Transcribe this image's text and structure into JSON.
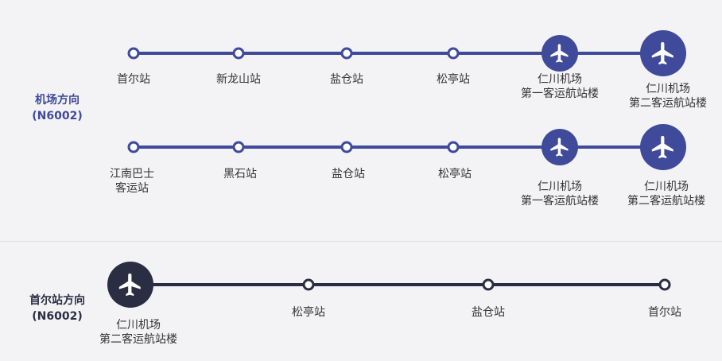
{
  "colors": {
    "incheon_direction_accent": "#3f4a9b",
    "seoul_direction_accent": "#2b2d43",
    "background": "#f3f3f6"
  },
  "directions": [
    {
      "label_line1": "机场方向",
      "label_line2": "(N6002)",
      "routes": [
        {
          "stations": [
            {
              "line1": "首尔站",
              "line2": "",
              "icon": "circle"
            },
            {
              "line1": "新龙山站",
              "line2": "",
              "icon": "circle"
            },
            {
              "line1": "盐仓站",
              "line2": "",
              "icon": "circle"
            },
            {
              "line1": "松亭站",
              "line2": "",
              "icon": "circle"
            },
            {
              "line1": "仁川机场",
              "line2": "第一客运航站楼",
              "icon": "airplane-icon"
            },
            {
              "line1": "仁川机场",
              "line2": "第二客运航站楼",
              "icon": "airplane-icon"
            }
          ]
        },
        {
          "stations": [
            {
              "line1": "江南巴士",
              "line2": "客运站",
              "icon": "circle"
            },
            {
              "line1": "黑石站",
              "line2": "",
              "icon": "circle"
            },
            {
              "line1": "盐仓站",
              "line2": "",
              "icon": "circle"
            },
            {
              "line1": "松亭站",
              "line2": "",
              "icon": "circle"
            },
            {
              "line1": "仁川机场",
              "line2": "第一客运航站楼",
              "icon": "airplane-icon"
            },
            {
              "line1": "仁川机场",
              "line2": "第二客运航站楼",
              "icon": "airplane-icon"
            }
          ]
        }
      ]
    },
    {
      "label_line1": "首尔站方向",
      "label_line2": "(N6002)",
      "routes": [
        {
          "stations": [
            {
              "line1": "仁川机场",
              "line2": "第二客运航站楼",
              "icon": "airplane-icon"
            },
            {
              "line1": "松亭站",
              "line2": "",
              "icon": "circle"
            },
            {
              "line1": "盐仓站",
              "line2": "",
              "icon": "circle"
            },
            {
              "line1": "首尔站",
              "line2": "",
              "icon": "circle"
            }
          ]
        }
      ]
    }
  ]
}
